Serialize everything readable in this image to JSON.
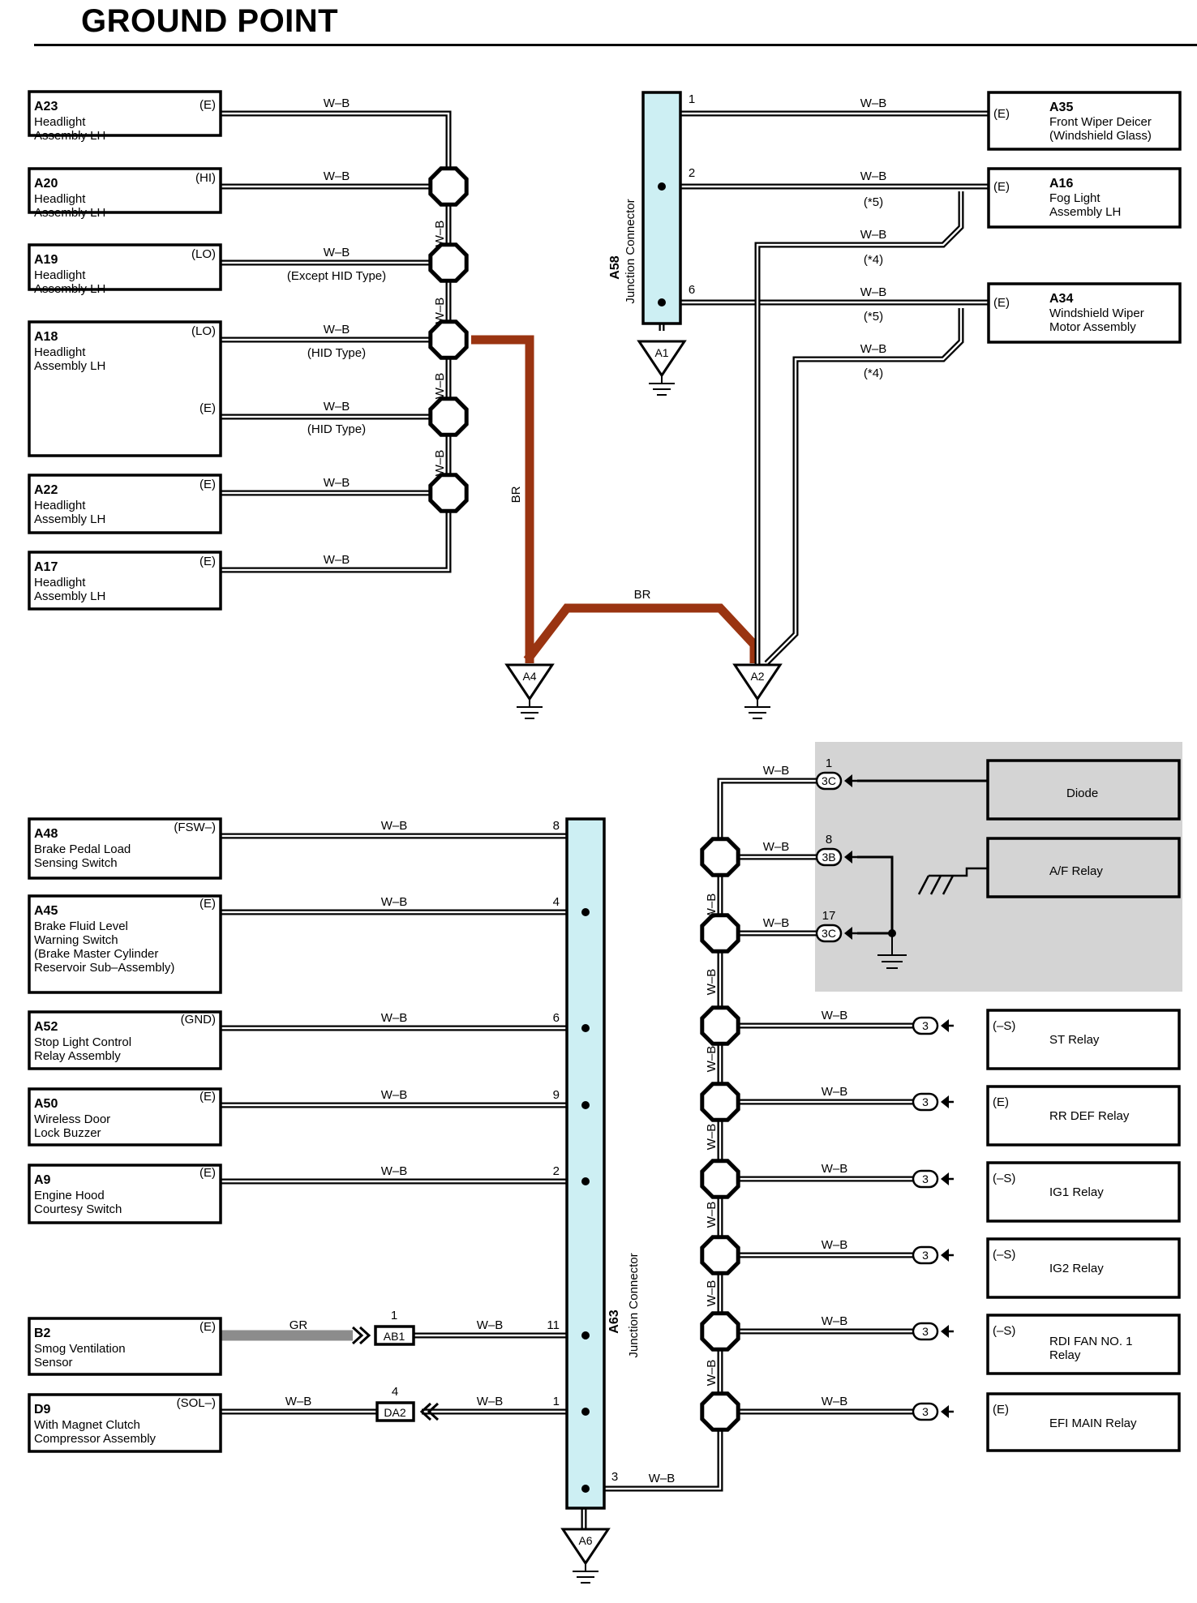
{
  "title": "GROUND POINT",
  "wire_colors": {
    "wb": "W–B",
    "br": "BR",
    "gr": "GR"
  },
  "colors": {
    "br": "#9a3411",
    "gr": "#8c8c8c",
    "junction_fill": "#cdeff3",
    "shade": "#d4d4d4"
  },
  "upper_left_components": [
    {
      "code": "A23",
      "name": [
        "Headlight",
        "Assembly LH"
      ],
      "pins": [
        "(E)"
      ]
    },
    {
      "code": "A20",
      "name": [
        "Headlight",
        "Assembly LH"
      ],
      "pins": [
        "(HI)"
      ]
    },
    {
      "code": "A19",
      "name": [
        "Headlight",
        "Assembly LH"
      ],
      "pins": [
        "(LO)"
      ]
    },
    {
      "code": "A18",
      "name": [
        "Headlight",
        "Assembly LH"
      ],
      "pins": [
        "(LO)",
        "(E)"
      ]
    },
    {
      "code": "A22",
      "name": [
        "Headlight",
        "Assembly LH"
      ],
      "pins": [
        "(E)"
      ]
    },
    {
      "code": "A17",
      "name": [
        "Headlight",
        "Assembly LH"
      ],
      "pins": [
        "(E)"
      ]
    }
  ],
  "upper_left_wire_notes": [
    "(Except HID Type)",
    "(HID Type)",
    "(HID Type)"
  ],
  "upper_right_components": [
    {
      "code": "A35",
      "pin": "(E)",
      "name": [
        "Front Wiper Deicer",
        "(Windshield Glass)"
      ]
    },
    {
      "code": "A16",
      "pin": "(E)",
      "name": [
        "Fog Light",
        "Assembly LH"
      ]
    },
    {
      "code": "A34",
      "pin": "(E)",
      "name": [
        "Windshield Wiper",
        "Motor Assembly"
      ]
    }
  ],
  "junction_a58": {
    "code": "A58",
    "name": "Junction Connector",
    "pins": [
      "1",
      "2",
      "6"
    ]
  },
  "upper_right_wire_notes": [
    "(*5)",
    "(*4)",
    "(*5)",
    "(*4)"
  ],
  "ground_points": [
    "A1",
    "A4",
    "A2",
    "A6"
  ],
  "lower_left_components": [
    {
      "code": "A48",
      "pin": "(FSW–)",
      "name": [
        "Brake Pedal Load",
        "Sensing Switch"
      ]
    },
    {
      "code": "A45",
      "pin": "(E)",
      "name": [
        "Brake Fluid Level",
        "Warning Switch",
        "(Brake Master Cylinder",
        " Reservoir Sub–Assembly)"
      ]
    },
    {
      "code": "A52",
      "pin": "(GND)",
      "name": [
        "Stop Light Control",
        "Relay Assembly"
      ]
    },
    {
      "code": "A50",
      "pin": "(E)",
      "name": [
        "Wireless Door",
        "Lock Buzzer"
      ]
    },
    {
      "code": "A9",
      "pin": "(E)",
      "name": [
        "Engine Hood",
        "Courtesy Switch"
      ]
    },
    {
      "code": "B2",
      "pin": "(E)",
      "name": [
        "Smog Ventilation",
        "Sensor"
      ]
    },
    {
      "code": "D9",
      "pin": "(SOL–)",
      "name": [
        "With Magnet Clutch",
        "Compressor Assembly"
      ]
    }
  ],
  "junction_a63": {
    "code": "A63",
    "name": "Junction Connector",
    "pins": [
      "8",
      "4",
      "6",
      "9",
      "2",
      "11",
      "1",
      "3"
    ]
  },
  "inline_connectors": [
    {
      "code": "AB1",
      "pin": "1"
    },
    {
      "code": "DA2",
      "pin": "4"
    }
  ],
  "relay_block": [
    {
      "conn": "3C",
      "pin": "1",
      "name": "Diode"
    },
    {
      "conn": "3B",
      "pin": "8",
      "name": "A/F Relay"
    },
    {
      "conn": "3C",
      "pin": "17"
    }
  ],
  "relays": [
    {
      "pin": "(–S)",
      "conn": "3",
      "name": [
        "ST Relay"
      ]
    },
    {
      "pin": "(E)",
      "conn": "3",
      "name": [
        "RR DEF Relay"
      ]
    },
    {
      "pin": "(–S)",
      "conn": "3",
      "name": [
        "IG1 Relay"
      ]
    },
    {
      "pin": "(–S)",
      "conn": "3",
      "name": [
        "IG2 Relay"
      ]
    },
    {
      "pin": "(–S)",
      "conn": "3",
      "name": [
        "RDI FAN NO. 1",
        "Relay"
      ]
    },
    {
      "pin": "(E)",
      "conn": "3",
      "name": [
        "EFI MAIN Relay"
      ]
    }
  ]
}
